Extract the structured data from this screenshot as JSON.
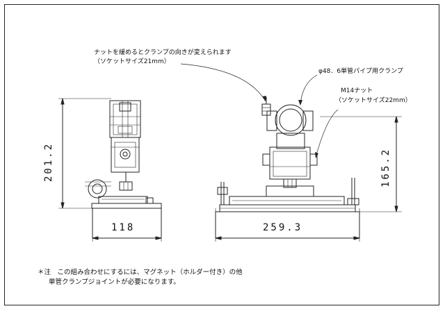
{
  "annotations": {
    "nut_note_line1": "ナットを緩めるとクランプの向きが変えられます",
    "nut_note_line2": "（ソケットサイズ21mm）",
    "pipe_clamp": "φ48．6単管パイプ用クランプ",
    "m14_nut_line1": "M14ナット",
    "m14_nut_line2": "（ソケットサイズ22mm）"
  },
  "dimensions": {
    "left_height": "201.2",
    "left_width": "118",
    "right_height": "165.2",
    "right_width": "259.3"
  },
  "footnote": {
    "line1": "＊注　この組み合わせにするには、マグネット（ホルダー付き）の他",
    "line2": "単管クランプジョイントが必要になります。"
  },
  "colors": {
    "line": "#222222",
    "background": "#ffffff"
  }
}
